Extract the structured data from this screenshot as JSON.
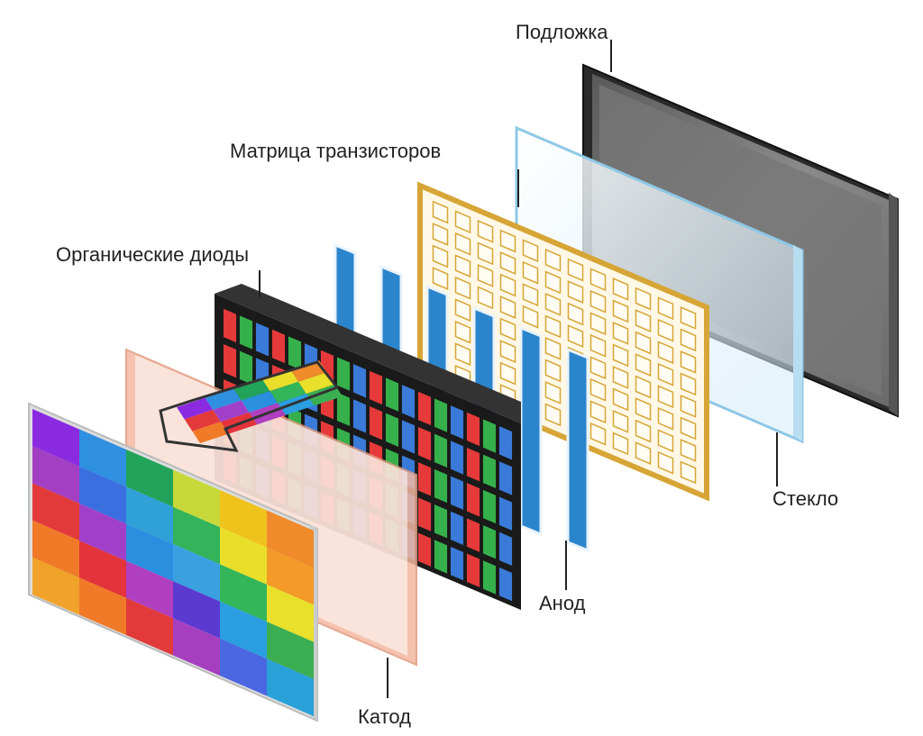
{
  "labels": {
    "substrate": "Подложка",
    "tft": "Матрица транзисторов",
    "oled": "Органические диоды",
    "glass": "Стекло",
    "anode": "Анод",
    "cathode": "Катод"
  },
  "colors": {
    "substrate_frame": "#1a1a1a",
    "substrate_screen": "#6f6f6f",
    "glass": "#c9e6f5",
    "tft_gold": "#d6a535",
    "tft_panel": "#fff8e6",
    "anode_blue": "#2b85cc",
    "oled_frame": "#1a1a1a",
    "subpixel_red": "#e63a3a",
    "subpixel_green": "#35b04a",
    "subpixel_blue": "#3a7ad8",
    "cathode": "#f3b8a0",
    "leader": "#222222"
  },
  "front_grid": [
    [
      "#8a2be2",
      "#2f8fe0",
      "#21a35a",
      "#c7d93a",
      "#f0c21c",
      "#f08a2a"
    ],
    [
      "#a33fc2",
      "#3b6fe0",
      "#2fa0d8",
      "#33b35a",
      "#e9df2a",
      "#f39a28"
    ],
    [
      "#e23a3a",
      "#a040c8",
      "#2b8fe0",
      "#3aa0e0",
      "#33b55a",
      "#e8e02a"
    ],
    [
      "#f07a28",
      "#e4333b",
      "#b03fc0",
      "#5b3ad0",
      "#2a9ee0",
      "#3cae52"
    ],
    [
      "#f0a22a",
      "#f07a28",
      "#e23a3a",
      "#a53fc0",
      "#4a66e0",
      "#2aa0d8"
    ]
  ],
  "arrow_grid": [
    [
      "#8a2be2",
      "#2f8fe0",
      "#21a35a",
      "#e9df2a",
      "#f08a2a"
    ],
    [
      "#e23a3a",
      "#a040c8",
      "#2b8fe0",
      "#33b55a",
      "#e8e02a"
    ],
    [
      "#f07a28",
      "#e4333b",
      "#b03fc0",
      "#2a9ee0",
      "#3cae52"
    ]
  ]
}
